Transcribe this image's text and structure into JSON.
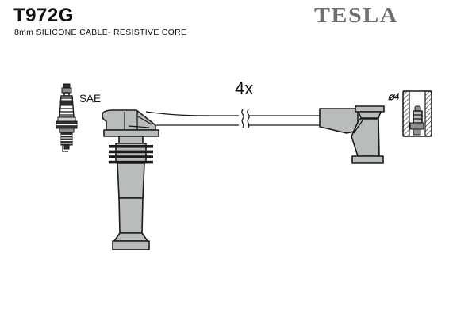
{
  "header": {
    "part_number": "T972G",
    "subtitle": "8mm SILICONE CABLE- RESISTIVE CORE",
    "brand": "TESLA"
  },
  "labels": {
    "spark_plug_standard": "SAE",
    "quantity": "4x",
    "terminal_diameter": "⌀4"
  },
  "colors": {
    "background": "#ffffff",
    "line": "#1a1a1a",
    "boot_fill": "#b9bdb9",
    "brand": "#6d726d"
  }
}
